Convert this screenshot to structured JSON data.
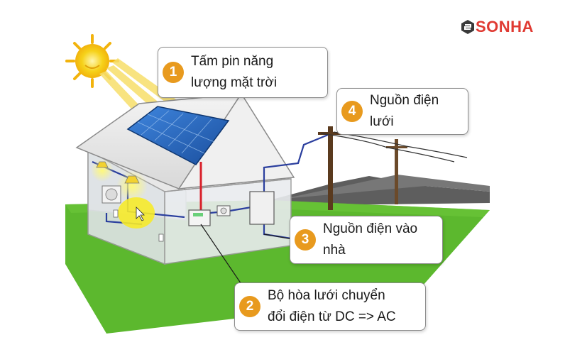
{
  "brand": {
    "name": "SONHA",
    "color": "#e03a32"
  },
  "callouts": [
    {
      "number": "1",
      "line1": "Tấm pin năng",
      "line2": "lượng mặt trời"
    },
    {
      "number": "2",
      "line1": "Bộ hòa lưới chuyển",
      "line2": "đổi điện từ DC => AC"
    },
    {
      "number": "3",
      "line1": "Nguồn điện vào",
      "line2": "nhà"
    },
    {
      "number": "4",
      "line1": "Nguồn điện",
      "line2": "lưới"
    }
  ],
  "colors": {
    "badge": "#e89a1e",
    "grass": "#5cb82e",
    "dc_wire": "#d9202a",
    "ac_wire": "#2b3f9e",
    "sun": "#f6d21a",
    "panel": "#1f5fb8"
  },
  "icons": [
    "sun-icon",
    "solar-panel-icon",
    "house-icon",
    "inverter-icon",
    "meter-icon",
    "utility-pole-icon",
    "lamp-icon",
    "air-conditioner-icon",
    "cursor-icon"
  ]
}
